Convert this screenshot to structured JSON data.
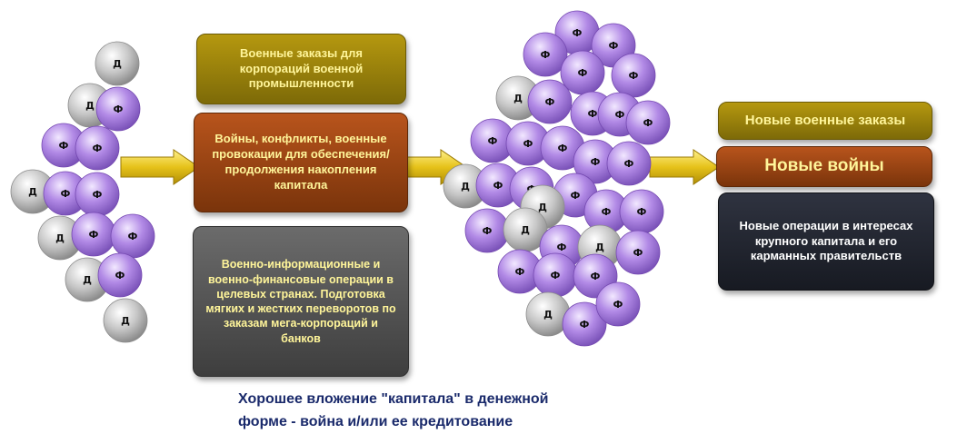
{
  "ball_labels": {
    "dollar": "Д",
    "phi": "Ф"
  },
  "colors": {
    "dollar_ball": "#c9c9c9",
    "phi_ball": "#b28ae6",
    "arrow": "#e6c21a"
  },
  "boxes": {
    "military_orders": "Военные заказы для корпораций военной промышленности",
    "wars": "Войны, конфликты, военные провокации для обеспечения/ продолжения накопления капитала",
    "operations": "Военно-информационные и военно-финансовые операции в целевых странах. Подготовка мягких и жестких переворотов по заказам мега-корпораций и банков",
    "new_orders": "Новые военные заказы",
    "new_wars": "Новые войны",
    "new_operations": "Новые операции в интересах крупного капитала и его карманных правительств"
  },
  "caption_line1": "Хорошее вложение \"капитала\" в денежной",
  "caption_line2": "форме - война и/или ее кредитование"
}
